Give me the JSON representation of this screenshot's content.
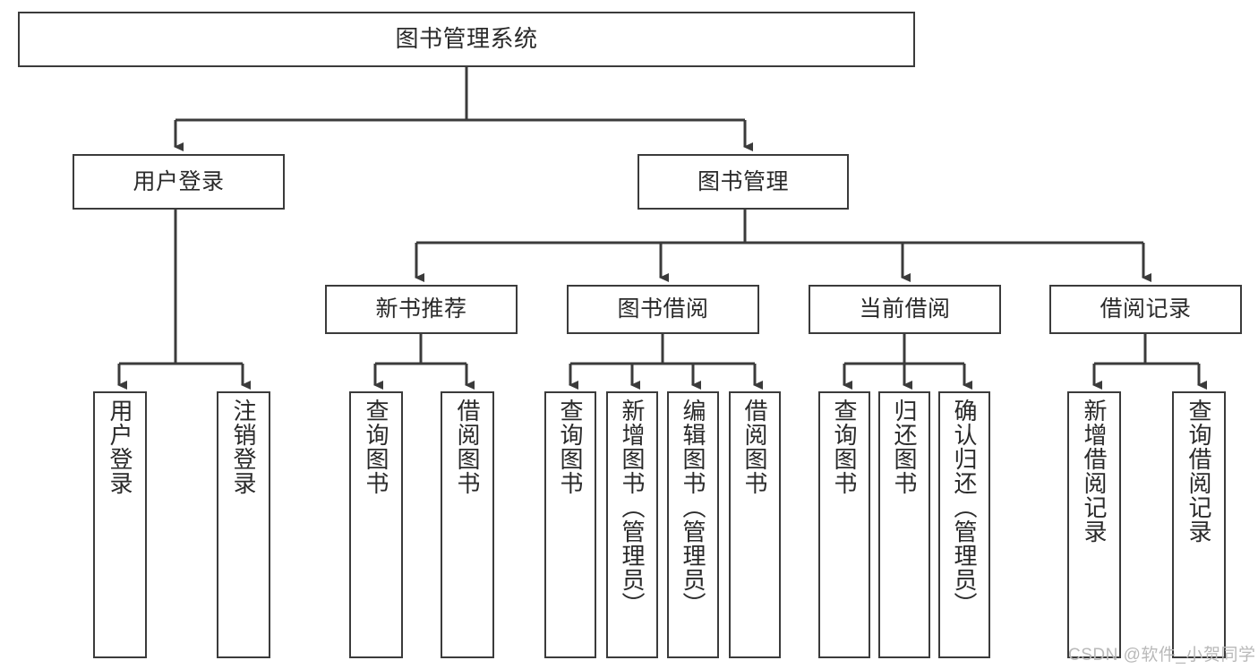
{
  "diagram": {
    "title": "图书管理系统",
    "watermark": "CSDN @软件_小贺同学",
    "line_color": "#3b3b3b",
    "box_fill": "#ffffff",
    "text_color": "#2a2a2a",
    "watermark_color": "#b9b9b9"
  },
  "nodes": {
    "root": {
      "label": "图书管理系统"
    },
    "level2": [
      {
        "label": "用户登录"
      },
      {
        "label": "图书管理"
      }
    ],
    "level3": [
      {
        "label": "新书推荐"
      },
      {
        "label": "图书借阅"
      },
      {
        "label": "当前借阅"
      },
      {
        "label": "借阅记录"
      }
    ],
    "leaves": {
      "user_login": [
        {
          "label": "用户登录"
        },
        {
          "label": "注销登录"
        }
      ],
      "new_book_recommend": [
        {
          "label": "查询图书"
        },
        {
          "label": "借阅图书"
        }
      ],
      "book_borrow": [
        {
          "label": "查询图书"
        },
        {
          "label": "新增图书（管理员）"
        },
        {
          "label": "编辑图书（管理员）"
        },
        {
          "label": "借阅图书"
        }
      ],
      "current_borrow": [
        {
          "label": "查询图书"
        },
        {
          "label": "归还图书"
        },
        {
          "label": "确认归还（管理员）"
        }
      ],
      "borrow_record": [
        {
          "label": "新增借阅记录"
        },
        {
          "label": "查询借阅记录"
        }
      ]
    }
  }
}
